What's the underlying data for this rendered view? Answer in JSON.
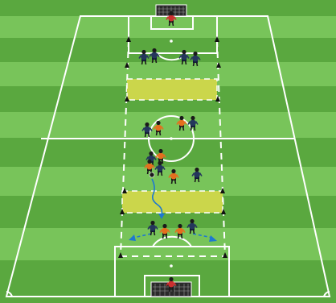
{
  "diagram": {
    "kind": "soccer training drill",
    "text_labels": [],
    "colors": {
      "grass_light": "#72c156",
      "grass_dark": "#59a83f",
      "lines": "#ffffff",
      "channel_fill": "#cbd64b",
      "dashes": "#ffffff",
      "team_dark": "#24365c",
      "team_orange": "#e46f1e",
      "goalkeeper": "#cc2f2f",
      "ball": "#1a1a1a",
      "cone": "#111111",
      "arrow": "#1e78d0"
    },
    "elements": {
      "goals": [
        "top-goal",
        "bottom-goal"
      ],
      "channels": [
        "upper-channel",
        "lower-channel"
      ],
      "player_groups": 6,
      "movement_arrows": [
        "dribble-arrow",
        "left-run-arrow",
        "right-run-arrow"
      ]
    }
  }
}
